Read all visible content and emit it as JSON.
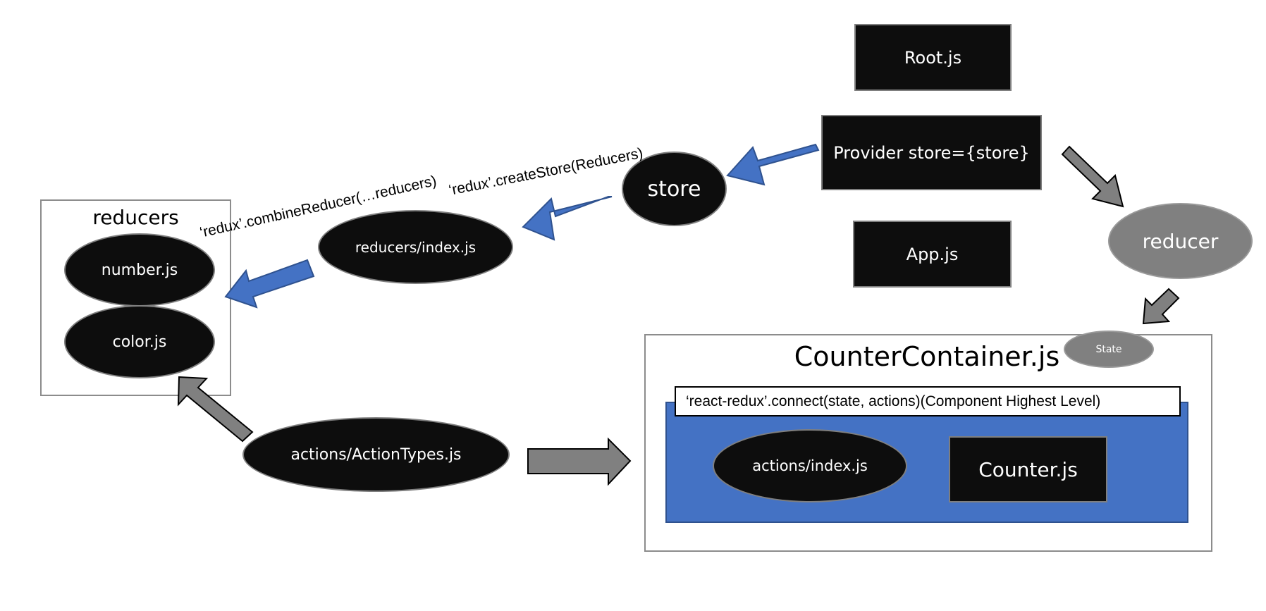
{
  "boxes": {
    "root": "Root.js",
    "provider": "Provider store={store}",
    "app": "App.js",
    "counter": "Counter.js"
  },
  "ellipses": {
    "store": "store",
    "reducers_index": "reducers/index.js",
    "number": "number.js",
    "color": "color.js",
    "action_types": "actions/ActionTypes.js",
    "actions_index": "actions/index.js",
    "reducer": "reducer",
    "state": "State"
  },
  "frames": {
    "reducers_title": "reducers",
    "counter_container_title": "CounterContainer.js"
  },
  "connect_label": "‘react-redux’.connect(state, actions)(Component Highest Level)",
  "arrow_labels": {
    "create_store": "‘redux’.createStore(Reducers)",
    "combine_reducer": "‘redux’.combineReducer(…reducers)"
  },
  "colors": {
    "blue_arrow": "#4472c4",
    "gray_arrow": "#808080",
    "dark_shape": "#0d0d0d",
    "connect_panel": "#4472c4"
  }
}
